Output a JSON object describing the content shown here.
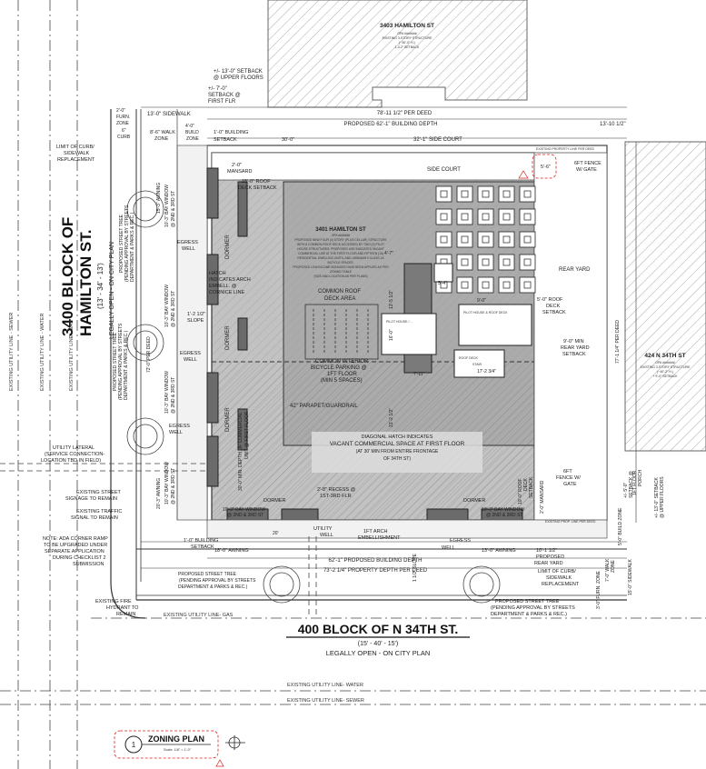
{
  "sheet": {
    "title_number": "1",
    "title": "ZONING PLAN",
    "scale": "Scale: 1/8\" = 1'-0\""
  },
  "streets": {
    "hamilton": {
      "name_line1": "3400 BLOCK OF",
      "name_line2": "HAMILTON ST.",
      "width": "(13' - 34' - 13')",
      "status": "LEGALLY OPEN - ON CITY PLAN"
    },
    "n34th": {
      "name": "400 BLOCK OF N 34TH ST.",
      "width": "(15' - 40' - 15')",
      "status": "LEGALLY OPEN - ON CITY PLAN"
    }
  },
  "neighbors": {
    "north": {
      "address": "3403 HAMILTON ST",
      "note1": "OPA #######",
      "note2": "EXISTING 3-STORY STRUCTURE",
      "note3": "(~30'-0\" H.)",
      "note4": "1-3-2\" SETBACK"
    },
    "east": {
      "address": "424 N 34TH ST",
      "note1": "OPA #######",
      "note2": "EXISTING 3-STORY STRUCTURE",
      "note3": "(~40'-2\" H.)",
      "note4": "+ 9'-0\" SETBACK"
    }
  },
  "site": {
    "address": "3401 HAMILTON ST",
    "opa": "OPA #######",
    "desc1": "PROPOSED NEW FOUR (4) STORY (PLUS CELLAR) STRUCTURE",
    "desc2": "WITH A COMMON ROOF DECK ACCESSED BY TWO (2) PILOT",
    "desc3": "HOUSE STRUCTURES. PROPOSED USE INDICATES VACANT",
    "desc4": "COMMERCIAL USE AT THE FIRST FLOOR AND FIFTEEN (15)",
    "desc5": "RESIDENTIAL DWELLING UNITS, AND, MINIMUM 5 CLASS 1A",
    "desc6": "BICYCLE SPACES.",
    "desc7": "PROPOSED LOW INCOME BONUSES HAVE BEEN APPLIED AS PER",
    "desc8": "ZONING TABLE",
    "desc9": "(SIZE AND LOCATION AS PER PLANS)"
  },
  "labels": {
    "setback_upper": "+/- 13'-0\" SETBACK\n@ UPPER FLOORS",
    "setback_upper_l1": "+/- 13'-0\" SETBACK",
    "setback_upper_l2": "@ UPPER FLOORS",
    "setback_first_l0": "+/- 7'-0\"",
    "setback_first_l1": "SETBACK @",
    "setback_first_l2": "FIRST FLR",
    "per_deed_top": "78'-11 1/2\" PER DEED",
    "bldg_depth_top": "PROPOSED 62'-1\" BUILDING DEPTH",
    "dim_13_10": "13'-10 1/2\"",
    "sidewalk_13": "13'-0\" SIDEWALK",
    "furn_zone_l1": "2'-0\"",
    "furn_zone_l2": "FURN.",
    "furn_zone_l3": "ZONE",
    "curb_l1": "6\"",
    "curb_l2": "CURB",
    "walk_zone_l1": "8'-6\" WALK",
    "walk_zone_l2": "ZONE",
    "build_zone_l1": "4'-0\"",
    "build_zone_l2": "BUILD",
    "build_zone_l3": "ZONE",
    "bldg_setback_l1": "1'-0\" BUILDING",
    "bldg_setback_l2": "SETBACK",
    "dim_30": "30'-0\"",
    "side_court_dim": "32'-1\" SIDE COURT",
    "limit_curb_l1": "LIMIT OF CURB/",
    "limit_curb_l2": "SIDEWALK",
    "limit_curb_l3": "REPLACEMENT",
    "side_court": "SIDE COURT",
    "prop_line_deed": "EXISTING PROPERTY LINE PER DEED",
    "dim_5_6": "5'-6\"",
    "fence_gate_top_l1": "6FT FENCE",
    "fence_gate_top_l2": "W/ GATE",
    "rear_yard": "REAR YARD",
    "roof_deck_setback_l1": "5'-0\" ROOF",
    "roof_deck_setback_l2": "DECK",
    "roof_deck_setback_l3": "SETBACK",
    "min_rear_l1": "9'-0\" MIN",
    "min_rear_l2": "REAR YARD",
    "min_rear_l3": "SETBACK",
    "dim_77_1": "77'-1 1/4\" PER DEED",
    "mansard_top_l1": "2'-0\"",
    "mansard_top_l2": "MANSARD",
    "roof_deck_l1": "15'-0\" ROOF",
    "roof_deck_l2": "DECK SETBACK",
    "egress_well": "EGRESS\nWELL",
    "egress_l1": "EGRESS",
    "egress_l2": "WELL",
    "dormer": "DORMER",
    "hatch_l1": "HATCH",
    "hatch_l2": "INDICATES ARCH",
    "hatch_l3": "EMBELL. @",
    "hatch_l4": "CORNICE LINE",
    "slope_l1": "1'-2 1/2\"",
    "slope_l2": "SLOPE",
    "common_roof_l1": "COMMON ROOF",
    "common_roof_l2": "DECK AREA",
    "bike_l1": "COMMON INTERIOR",
    "bike_l2": "BICYCLE PARKING @",
    "bike_l3": "1FT FLOOR",
    "bike_l4": "(MIN 5 SPACES)",
    "parapet": "42\" PARAPET/GUARDRAIL",
    "commercial_l1": "30'-0\" MIN. DEPTH OF COMMERCIAL",
    "commercial_l2": "UNIT @ FIRST FLOOR",
    "diag_l1": "DIAGONAL HATCH INDICATES",
    "diag_l2": "VACANT COMMERCIAL SPACE AT FIRST FLOOR",
    "diag_l3": "(AT 30' MIN FROM ENTIRE FRONTAGE",
    "diag_l4": "OF 34TH ST)",
    "recess_l1": "2'-8\" RECESS @",
    "recess_l2": "1ST-3RD FLR",
    "bay_window_a": "10'-3\" BAY WINDOW",
    "bay_window_b": "@ 2ND & 3RD ST",
    "bay_window_c": "10'-3\" BAY WINDOW",
    "awning_15": "15'-3\" AWNING",
    "awning_20": "20'-3\" AWNING",
    "dim_72": "72'-0\" PER DEED",
    "dim_13_5": "13'-5 1/2\"",
    "dim_16": "16'-0\"",
    "dim_31_2": "31'-2 1/2\"",
    "dim_4_7": "4'-7\"",
    "dim_5_4": "5'-4\"",
    "dim_9_0": "9'-0\"",
    "dim_7_11": "7'-11\"",
    "dim_17_2": "17'-2 3/4\"",
    "pilot_house_a": "PILOT HOUSE / ...",
    "pilot_house_b": "PILOT HOUSE & ROOF DECK",
    "roof_deck_text": "ROOF DECK",
    "stair": "STAIR",
    "tree_l1": "PROPOSED STREET TREE",
    "tree_l2": "(PENDING APPROVAL BY STREETS",
    "tree_l3": "DEPARTMENT & PARKS & REC.)",
    "utility_lateral_l1": "UTILITY LATERAL",
    "utility_lateral_l2": "(SERVICE CONNECTION-",
    "utility_lateral_l3": "LOCATION TBD IN FIELD)",
    "util_water": "EXISTING UTILITY LINE - WATER",
    "util_gas": "EXISTING UTILITY LINE - GAS",
    "util_sewer": "EXISTING UTILITY LINE - SEWER",
    "util_water_h": "EXISTING UTILITY LINE- WATER",
    "util_sewer_h": "EXISTING UTILITY LINE- SEWER",
    "util_gas_h": "EXISTING UTILITY LINE- GAS",
    "signage_l1": "EXISTING STREET",
    "signage_l2": "SIGNAGE TO REMAIN",
    "traffic_l1": "EXISTING TRAFFIC",
    "traffic_l2": "SIGNAL TO REMAIN",
    "ada_l1": "NOTE: ADA CORNER RAMP",
    "ada_l2": "TO BE UPGRADED UNDER",
    "ada_l3": "SEPARATE APPLICATION",
    "ada_l4": "DURING CHECKLIST 2",
    "ada_l5": "SUBMISSION",
    "hydrant_l1": "EXISTING FIRE",
    "hydrant_l2": "HYDRANT TO",
    "hydrant_l3": "REMAIN",
    "utility": "UTILITY",
    "arch_l1": "1FT ARCH",
    "arch_l2": "EMBELLISHMENT",
    "awning_18": "18'-0\" AWNING",
    "awning_13": "13'-0\" AWNING",
    "bldg_depth_bottom": "62'-1\" PROPOSED BUILDING DEPTH",
    "per_deed_bottom": "73'-2 1/4\" PROPERTY DEPTH PER DEED",
    "rear_yard_prop_l1": "10'-1 1/2\"",
    "rear_yard_prop_l2": "PROPOSED",
    "rear_yard_prop_l3": "REAR YARD",
    "fence_gate_bottom_l1": "6FT",
    "fence_gate_bottom_l2": "FENCE W/",
    "fence_gate_bottom_l3": "GATE",
    "mansard_bottom": "2'-0\" MANSARD",
    "roof_deck_b_l1": "10'-0\" ROOF",
    "roof_deck_b_l2": "DECK",
    "roof_deck_b_l3": "SETBACK",
    "porch_l1": "1FT FLOOR",
    "porch_l2": "PORCH",
    "setback_right_a": "+/- 5'-0\"",
    "setback_right_b": "SETBACK @",
    "setback_right_c": "1FT FLOOR",
    "setback_right_d": "+/- 13'-0\" SETBACK",
    "setback_right_e": "@ UPPER FLOORS",
    "sidewalk_15": "15'-0\" SIDEWALK",
    "walk_7": "7'-0\" WALK",
    "zone": "ZONE",
    "build_zone_r": "5'-0\" BUILD ZONE",
    "furn_r": "3'-0\" FURN. ZONE",
    "prop_line_deed_r": "EXISTING PROP. LINE PER DEED",
    "slope_b": "1 1/2\" SLOPE",
    "dim_20": "20'"
  }
}
